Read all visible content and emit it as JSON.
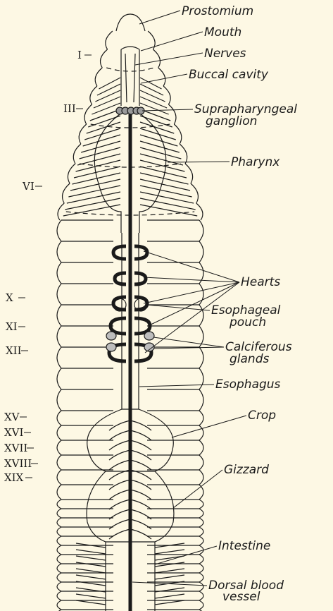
{
  "labels": {
    "prostomium": "Prostomium",
    "mouth": "Mouth",
    "nerves": "Nerves",
    "buccal_cavity": "Buccal cavity",
    "supra_1": "Suprapharyngeal",
    "supra_2": "ganglion",
    "pharynx": "Pharynx",
    "hearts": "Hearts",
    "esoph_pouch_1": "Esophageal",
    "esoph_pouch_2": "pouch",
    "calc_1": "Calciferous",
    "calc_2": "glands",
    "esophagus": "Esophagus",
    "crop": "Crop",
    "gizzard": "Gizzard",
    "intestine": "Intestine",
    "dorsal_1": "Dorsal blood",
    "dorsal_2": "vessel"
  },
  "segments": {
    "I": "I",
    "III": "III",
    "VI": "VI",
    "X": "X",
    "XI": "XI",
    "XII": "XII",
    "XV": "XV",
    "XVI": "XVI",
    "XVII": "XVII",
    "XVIII": "XVIII",
    "XIX": "XIX"
  },
  "colors": {
    "background": "#fdf8e4",
    "ink": "#1a1a1a"
  }
}
